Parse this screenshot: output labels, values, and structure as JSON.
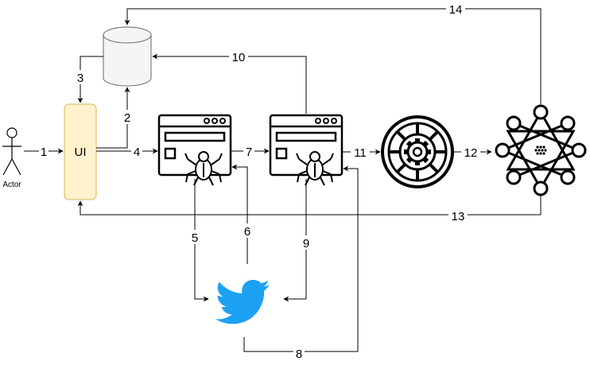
{
  "actor": {
    "label": "Actor"
  },
  "ui_box": {
    "label": "UI",
    "fill": "#fff2cc",
    "stroke": "#d6b656"
  },
  "database": {
    "fill": "#f5f5f5",
    "stroke": "#666666"
  },
  "twitter": {
    "color": "#1da1f2"
  },
  "arrows": {
    "a1": "1",
    "a2": "2",
    "a3": "3",
    "a4": "4",
    "a5": "5",
    "a6": "6",
    "a7": "7",
    "a8": "8",
    "a9": "9",
    "a10": "10",
    "a11": "11",
    "a12": "12",
    "a13": "13",
    "a14": "14"
  },
  "icons": {
    "crawler_1": "web-crawler-icon",
    "crawler_2": "web-crawler-icon",
    "processing": "gear-processing-icon",
    "network": "network-graph-icon",
    "database": "database-icon",
    "twitter": "twitter-bird-icon",
    "actor": "actor-stick-figure-icon"
  }
}
